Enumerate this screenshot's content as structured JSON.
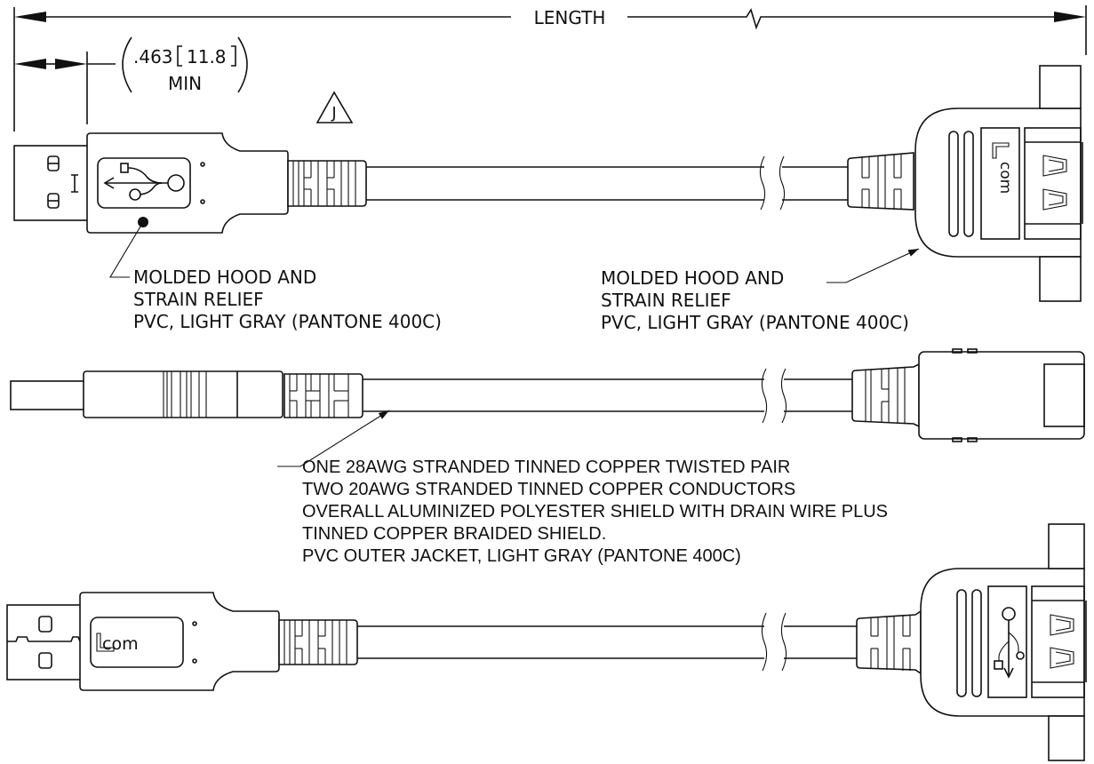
{
  "drawing": {
    "title": "USB A Male to USB A Female Panel Mount Cable Assembly",
    "dimensions": {
      "length_label": "LENGTH",
      "min_dim_inch": ".463",
      "min_dim_mm": "11.8",
      "min_suffix": "MIN"
    },
    "revision_flag": "J",
    "callouts": {
      "left_hood": [
        "MOLDED HOOD AND",
        "STRAIN RELIEF",
        "PVC, LIGHT GRAY (PANTONE 400C)"
      ],
      "right_hood": [
        "MOLDED HOOD AND",
        "STRAIN RELIEF",
        "PVC, LIGHT GRAY (PANTONE 400C)"
      ],
      "cable": [
        "ONE 28AWG STRANDED TINNED COPPER TWISTED PAIR",
        "TWO 20AWG STRANDED TINNED COPPER CONDUCTORS",
        "OVERALL ALUMINIZED POLYESTER SHIELD WITH DRAIN WIRE PLUS",
        "TINNED COPPER BRAIDED SHIELD.",
        "PVC OUTER JACKET,   LIGHT GRAY (PANTONE 400C)"
      ]
    },
    "logos": {
      "brand": "L-com",
      "brand_text": "com"
    },
    "views": [
      "top-view",
      "side-view",
      "bottom-view"
    ],
    "colors": {
      "line": "#111111",
      "background": "#ffffff"
    }
  }
}
